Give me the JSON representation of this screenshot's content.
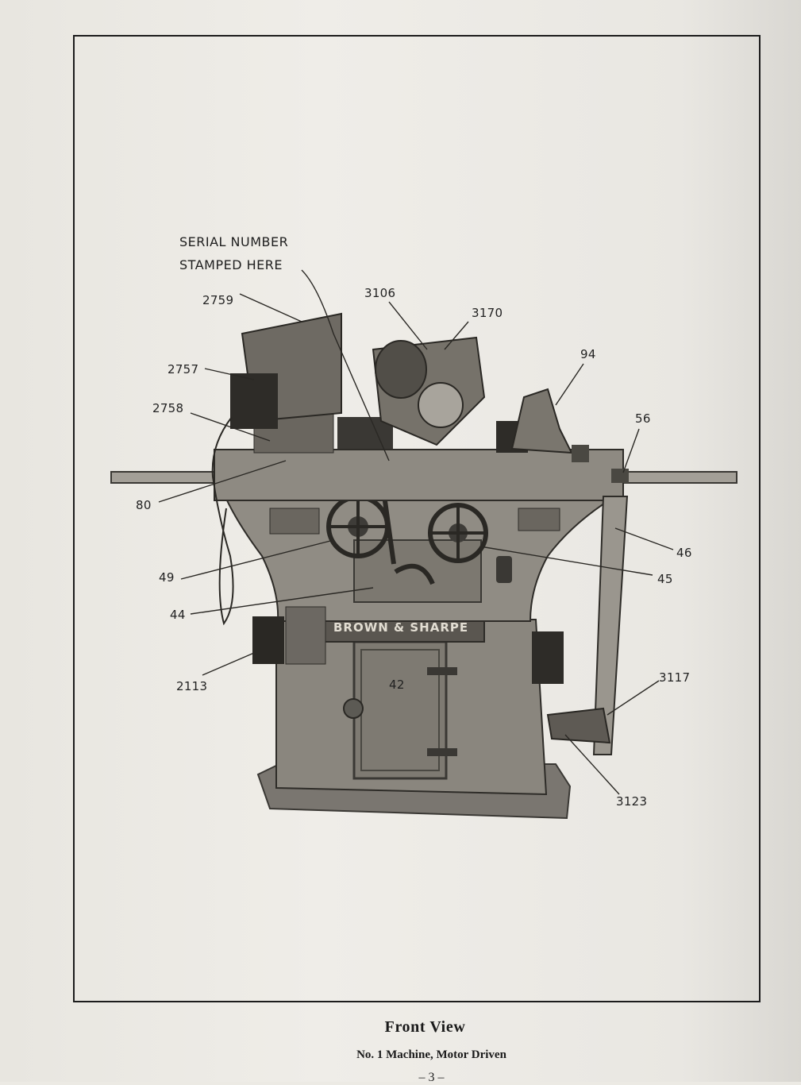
{
  "serial_note": {
    "line1": "SERIAL NUMBER",
    "line2": "STAMPED HERE"
  },
  "callouts": {
    "c2759": "2759",
    "c2757": "2757",
    "c2758": "2758",
    "c3106": "3106",
    "c3170": "3170",
    "c94": "94",
    "c56": "56",
    "c80": "80",
    "c46": "46",
    "c49": "49",
    "c45": "45",
    "c44": "44",
    "c2113": "2113",
    "c3117": "3117",
    "c3123": "3123",
    "c42": "42"
  },
  "machine": {
    "brand": "BROWN & SHARPE"
  },
  "caption": {
    "title": "Front View",
    "subtitle": "No. 1 Machine, Motor Driven",
    "page": "– 3 –"
  }
}
